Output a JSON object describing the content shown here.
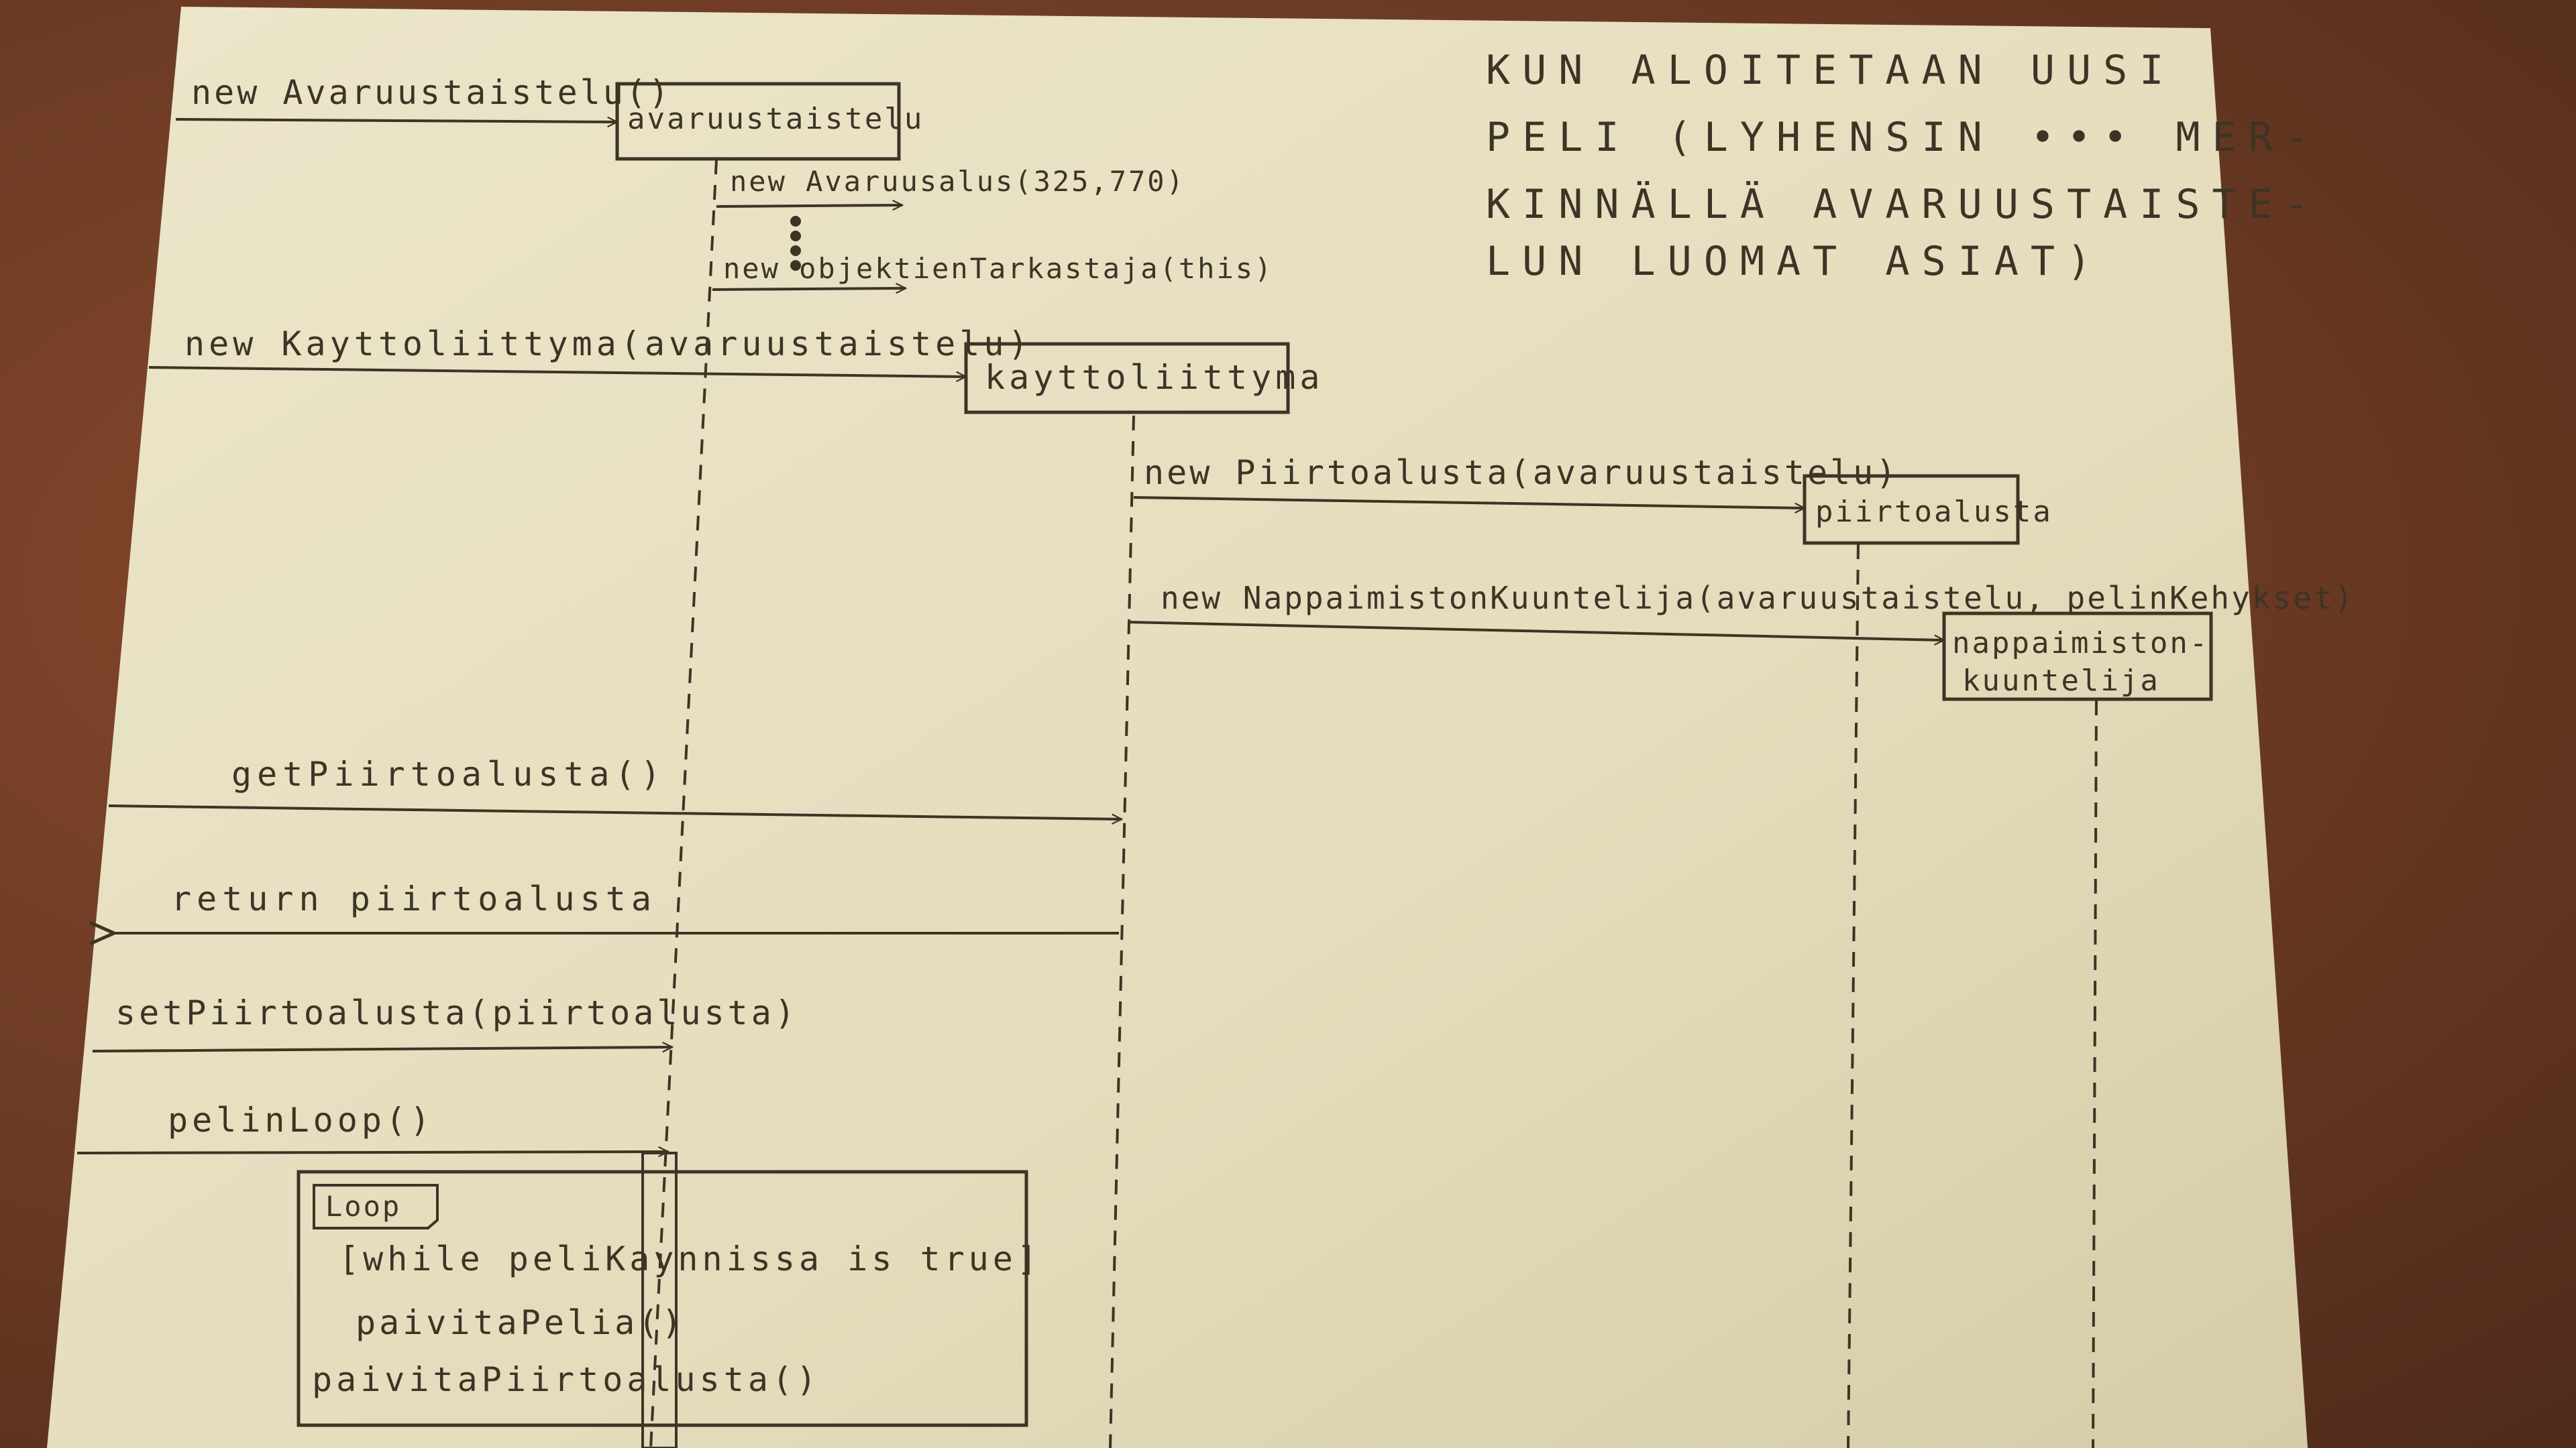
{
  "diagram": {
    "note": [
      "KUN ALOITETAAN UUSI",
      "PELI (LYHENSIN ••• MER-",
      "KINNÄLLÄ AVARUUSTAISTE-",
      "LUN LUOMAT ASIAT)"
    ],
    "participants": [
      {
        "id": "avaruustaistelu",
        "label": "avaruustaistelu"
      },
      {
        "id": "kayttoliittyma",
        "label": "kayttoliittyma"
      },
      {
        "id": "piirtoalusta",
        "label": "piirtoalusta"
      },
      {
        "id": "nappaimistonkuuntelija",
        "label_lines": [
          "nappaimiston-",
          "kuuntelija"
        ]
      }
    ],
    "messages": [
      {
        "id": "m1",
        "label": "new Avaruustaistelu()"
      },
      {
        "id": "m2",
        "label": "new Avaruusalus(325,770)"
      },
      {
        "id": "m3",
        "label": "new objektienTarkastaja(this)"
      },
      {
        "id": "m4",
        "label": "new Kayttoliittyma(avaruustaistelu)"
      },
      {
        "id": "m5",
        "label": "new Piirtoalusta(avaruustaistelu)"
      },
      {
        "id": "m6",
        "label": "new NappaimistonKuuntelija(avaruustaistelu, pelinKehykset)"
      },
      {
        "id": "m7",
        "label": "getPiirtoalusta()"
      },
      {
        "id": "m8",
        "label": "return piirtoalusta"
      },
      {
        "id": "m9",
        "label": "setPiirtoalusta(piirtoalusta)"
      },
      {
        "id": "m10",
        "label": "pelinLoop()"
      }
    ],
    "loop": {
      "tag": "Loop",
      "guard": "[while peliKaynnissa is true]",
      "calls": [
        "paivitaPelia()",
        "paivitaPiirtoalusta()"
      ]
    }
  },
  "colors": {
    "wood": "#6b3a24",
    "paper": "#e8e1c4",
    "ink": "#3d3426"
  }
}
